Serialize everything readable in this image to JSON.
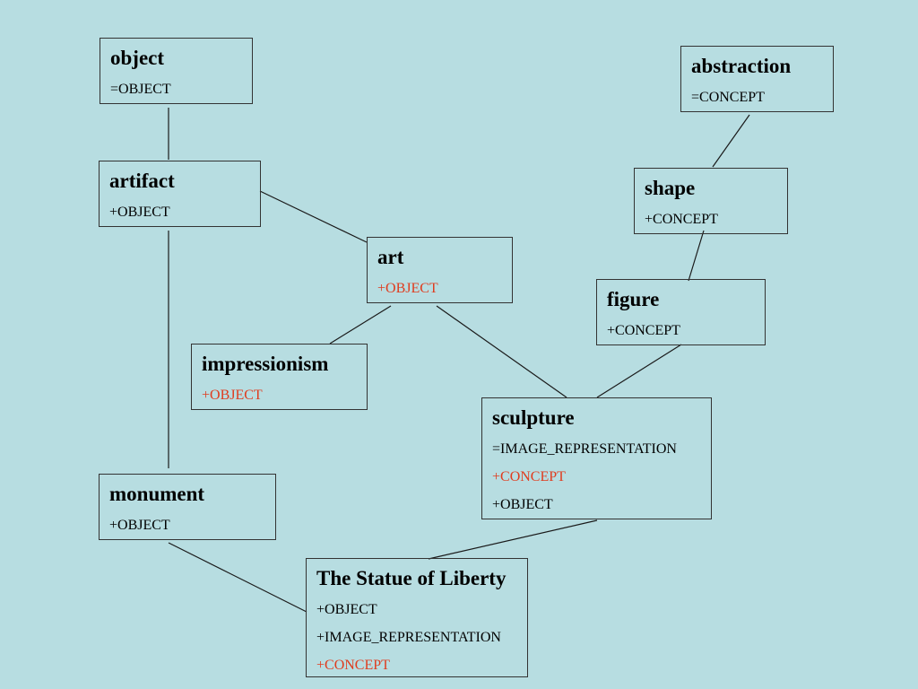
{
  "colors": {
    "background": "#b7dde1",
    "tag_default": "#000000",
    "tag_highlight": "#e03c1e"
  },
  "nodes": {
    "object": {
      "title": "object",
      "tags": [
        {
          "text": "=OBJECT",
          "color": "#000000"
        }
      ]
    },
    "abstraction": {
      "title": "abstraction",
      "tags": [
        {
          "text": "=CONCEPT",
          "color": "#000000"
        }
      ]
    },
    "artifact": {
      "title": "artifact",
      "tags": [
        {
          "text": "+OBJECT",
          "color": "#000000"
        }
      ]
    },
    "shape": {
      "title": "shape",
      "tags": [
        {
          "text": "+CONCEPT",
          "color": "#000000"
        }
      ]
    },
    "art": {
      "title": "art",
      "tags": [
        {
          "text": "+OBJECT",
          "color": "#e03c1e"
        }
      ]
    },
    "figure": {
      "title": "figure",
      "tags": [
        {
          "text": "+CONCEPT",
          "color": "#000000"
        }
      ]
    },
    "impressionism": {
      "title": "impressionism",
      "tags": [
        {
          "text": "+OBJECT",
          "color": "#e03c1e"
        }
      ]
    },
    "sculpture": {
      "title": "sculpture",
      "tags": [
        {
          "text": "=IMAGE_REPRESENTATION",
          "color": "#000000"
        },
        {
          "text": "+CONCEPT",
          "color": "#e03c1e"
        },
        {
          "text": "+OBJECT",
          "color": "#000000"
        }
      ]
    },
    "monument": {
      "title": "monument",
      "tags": [
        {
          "text": "+OBJECT",
          "color": "#000000"
        }
      ]
    },
    "statue": {
      "title": "The Statue of Liberty",
      "tags": [
        {
          "text": "+OBJECT",
          "color": "#000000"
        },
        {
          "text": "+IMAGE_REPRESENTATION",
          "color": "#000000"
        },
        {
          "text": "+CONCEPT",
          "color": "#e03c1e"
        }
      ]
    }
  },
  "edges": [
    {
      "from": "object",
      "to": "artifact"
    },
    {
      "from": "artifact",
      "to": "art"
    },
    {
      "from": "artifact",
      "to": "monument"
    },
    {
      "from": "abstraction",
      "to": "shape"
    },
    {
      "from": "shape",
      "to": "figure"
    },
    {
      "from": "art",
      "to": "impressionism"
    },
    {
      "from": "art",
      "to": "sculpture"
    },
    {
      "from": "figure",
      "to": "sculpture"
    },
    {
      "from": "sculpture",
      "to": "statue"
    },
    {
      "from": "monument",
      "to": "statue"
    }
  ]
}
